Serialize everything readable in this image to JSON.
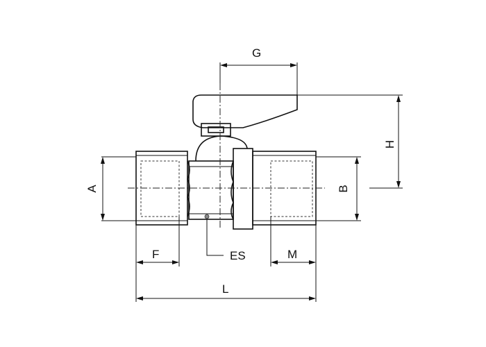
{
  "dimensions": {
    "A": "A",
    "B": "B",
    "F": "F",
    "M": "M",
    "L": "L",
    "G": "G",
    "H": "H",
    "ES": "ES"
  }
}
